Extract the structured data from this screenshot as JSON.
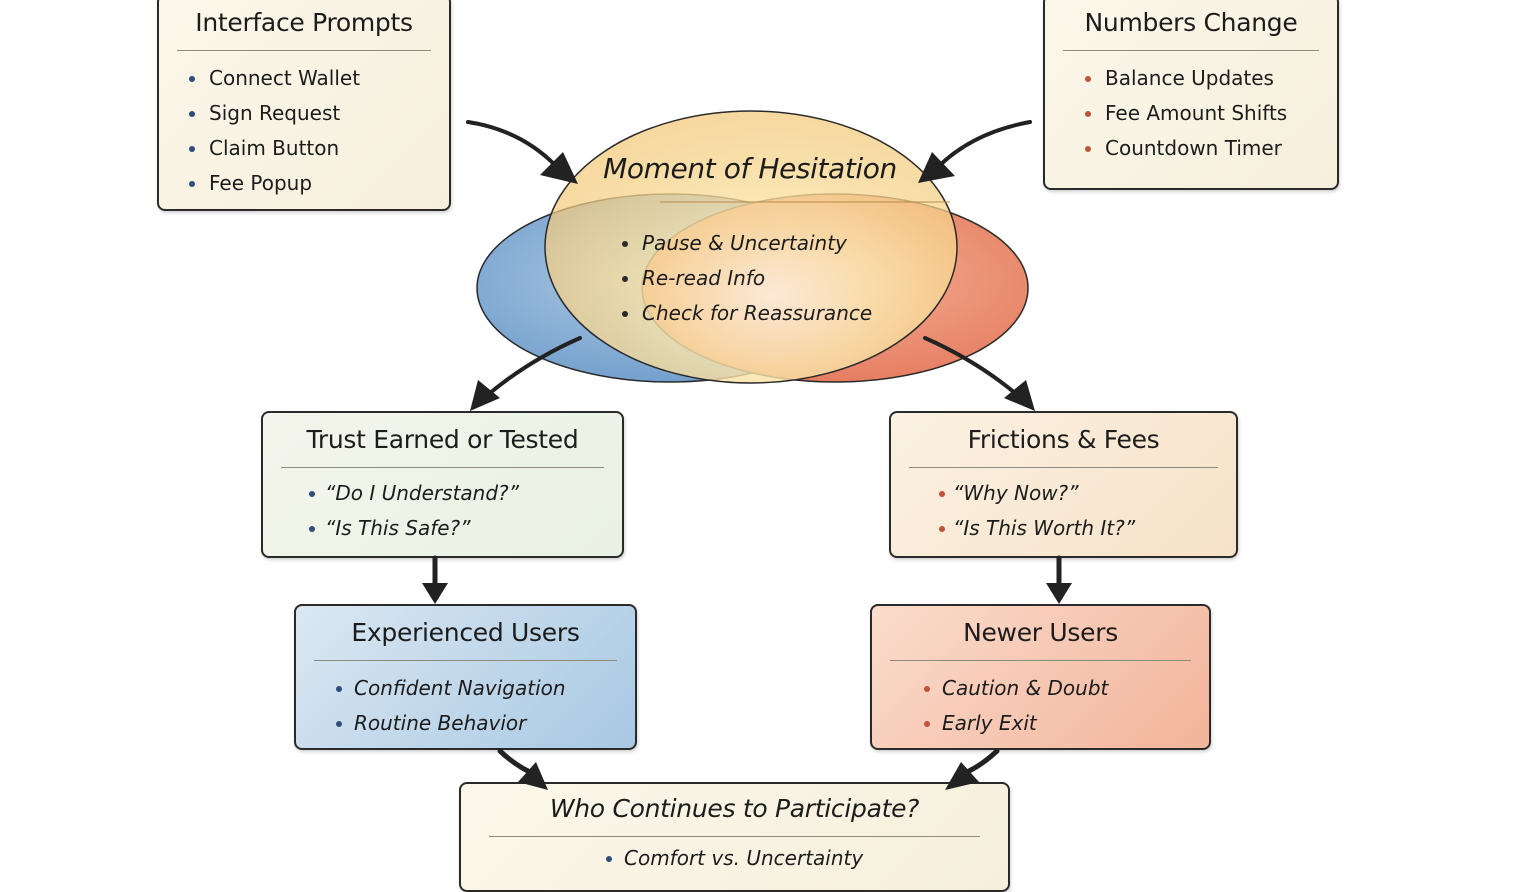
{
  "center": {
    "title": "Moment of Hesitation",
    "items": [
      "Pause & Uncertainty",
      "Re-read Info",
      "Check for Reassurance"
    ]
  },
  "interface_prompts": {
    "title": "Interface Prompts",
    "items": [
      "Connect Wallet",
      "Sign Request",
      "Claim Button",
      "Fee Popup"
    ]
  },
  "numbers_change": {
    "title": "Numbers Change",
    "items": [
      "Balance Updates",
      "Fee Amount Shifts",
      "Countdown Timer"
    ]
  },
  "trust": {
    "title": "Trust Earned or Tested",
    "items": [
      "“Do I Understand?”",
      "“Is This Safe?”"
    ]
  },
  "frictions": {
    "title": "Frictions & Fees",
    "items": [
      "“Why Now?”",
      "“Is This Worth It?”"
    ]
  },
  "experienced": {
    "title": "Experienced Users",
    "items": [
      "Confident Navigation",
      "Routine Behavior"
    ]
  },
  "newer": {
    "title": "Newer Users",
    "items": [
      "Caution & Doubt",
      "Early Exit"
    ]
  },
  "outcome": {
    "title": "Who Continues to Participate?",
    "items": [
      "Comfort vs. Uncertainty"
    ]
  },
  "colors": {
    "blue_circle": "#7aa5cf",
    "red_circle": "#e8846a",
    "yellow_circle": "#f6d27a",
    "bullet_blue": "#2f4d7a",
    "bullet_red": "#c0533a",
    "outline": "#2a2a2a"
  }
}
